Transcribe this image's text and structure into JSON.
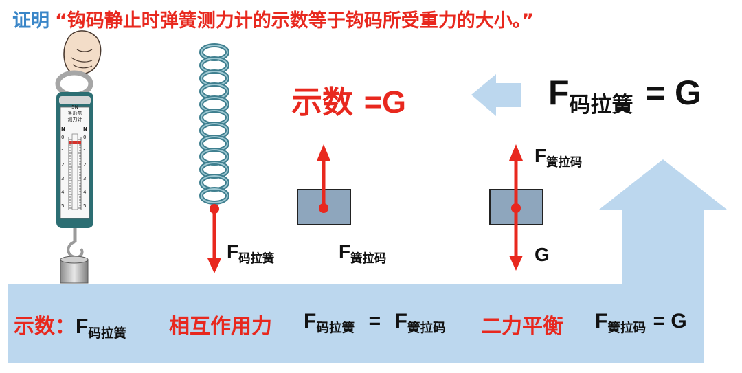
{
  "title": {
    "lead": "证明",
    "statement": "“钩码静止时弹簧测力计的示数等于钩码所受重力的大小。”"
  },
  "scale_face": {
    "rating": "5N",
    "type": "条形盒",
    "name": "测力计",
    "unit_left": "N",
    "unit_right": "N",
    "ticks_left": [
      "0",
      "1",
      "2",
      "3",
      "4",
      "5"
    ],
    "ticks_right": [
      "0",
      "1",
      "2",
      "3",
      "4",
      "5"
    ]
  },
  "top_right": {
    "result_left": {
      "label": "示数",
      "equals": "=G"
    },
    "result_right": {
      "F": "F",
      "sub": "码拉簧",
      "rhs": "= G"
    }
  },
  "force_labels": {
    "spring_down": {
      "F": "F",
      "sub": "码拉簧"
    },
    "block1_up": {
      "F": "F",
      "sub": "簧拉码"
    },
    "block2_up": {
      "F": "F",
      "sub": "簧拉码"
    },
    "block2_down": "G"
  },
  "bottom": {
    "reading_label": "示数：",
    "reading_F": "F",
    "reading_sub": "码拉簧",
    "mutual_label": "相互作用力",
    "mutual_lhs_F": "F",
    "mutual_lhs_sub": "码拉簧",
    "mutual_eq": "=",
    "mutual_rhs_F": "F",
    "mutual_rhs_sub": "簧拉码",
    "balance_label": "二力平衡",
    "balance_F": "F",
    "balance_sub": "簧拉码",
    "balance_rhs": "= G"
  },
  "colors": {
    "title_lead": "#3a86c8",
    "accent_red": "#e8281e",
    "arrow_blue": "#bcd7ee",
    "block_fill": "#8ea6bd",
    "spring_teal": "#3f7f8f",
    "scale_green": "#2c6e73"
  }
}
